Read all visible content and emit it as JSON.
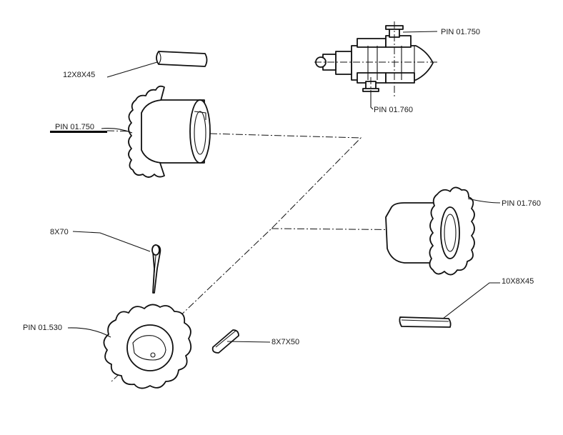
{
  "labels": {
    "key_top": "12X8X45",
    "sprocket_upper": "PIN 01.750",
    "assembly_top": "PIN 01.750",
    "assembly_bottom": "PIN 01.760",
    "sprocket_right": "PIN 01.760",
    "cotter_pin": "8X70",
    "sprocket_lower": "PIN 01.530",
    "key_small": "8X7X50",
    "key_right": "10X8X45"
  },
  "highlight": {
    "underlined_label": "PIN 01.750",
    "underline_color": "#000000"
  }
}
